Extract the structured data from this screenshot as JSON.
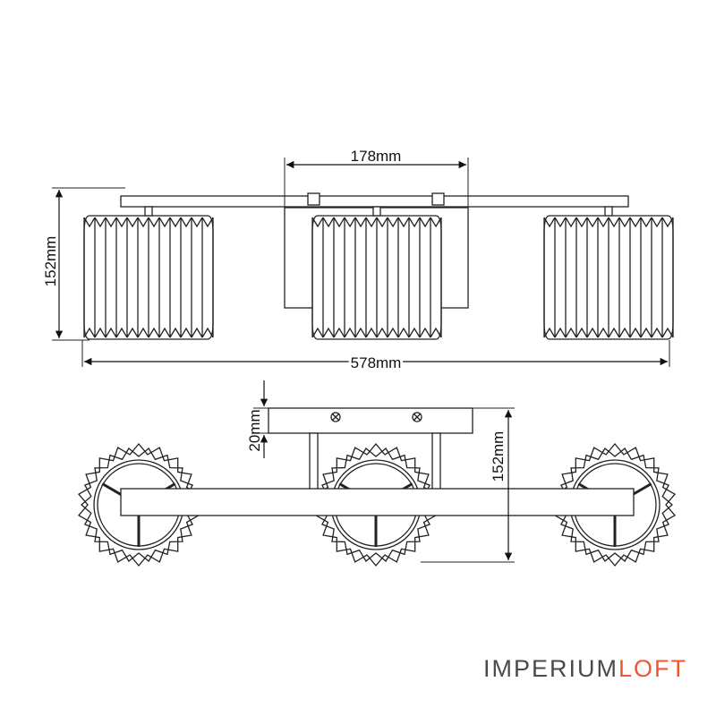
{
  "dimensions": {
    "front_width": "178mm",
    "front_height": "152mm",
    "total_width": "578mm",
    "plate_height": "20mm",
    "top_height": "152mm"
  },
  "brand": {
    "primary": "IMPERIUM",
    "accent": "LOFT",
    "accent_color": "#f0572e",
    "primary_color": "#4a4a4a"
  }
}
